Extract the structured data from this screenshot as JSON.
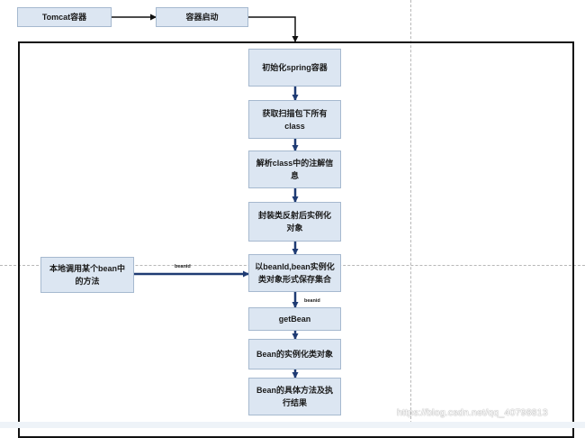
{
  "nodes": {
    "tomcat": "Tomcat容器",
    "start": "容器启动",
    "init_spring": "初始化spring容器",
    "scan_line1": "获取扫描包下所有",
    "scan_line2": "class",
    "parse_line1": "解析class中的注解信",
    "parse_line2": "息",
    "reflect_line1": "封装类反射后实例化",
    "reflect_line2": "对象",
    "save_line1": "以beanId,bean实例化",
    "save_line2": "类对象形式保存集合",
    "getbean": "getBean",
    "instance": "Bean的实例化类对象",
    "exec_line1": "Bean的具体方法及执",
    "exec_line2": "行结果",
    "local_call_line1": "本地调用某个bean中",
    "local_call_line2": "的方法"
  },
  "edge_labels": {
    "call_to_save": "beanid",
    "save_to_getbean": "beanid"
  },
  "watermark": "https://blog.csdn.net/qq_40798813",
  "colors": {
    "node_fill": "#dce6f2",
    "node_border": "#a6b9cf",
    "arrow_black": "#111111",
    "arrow_blue": "#1f3b73"
  }
}
